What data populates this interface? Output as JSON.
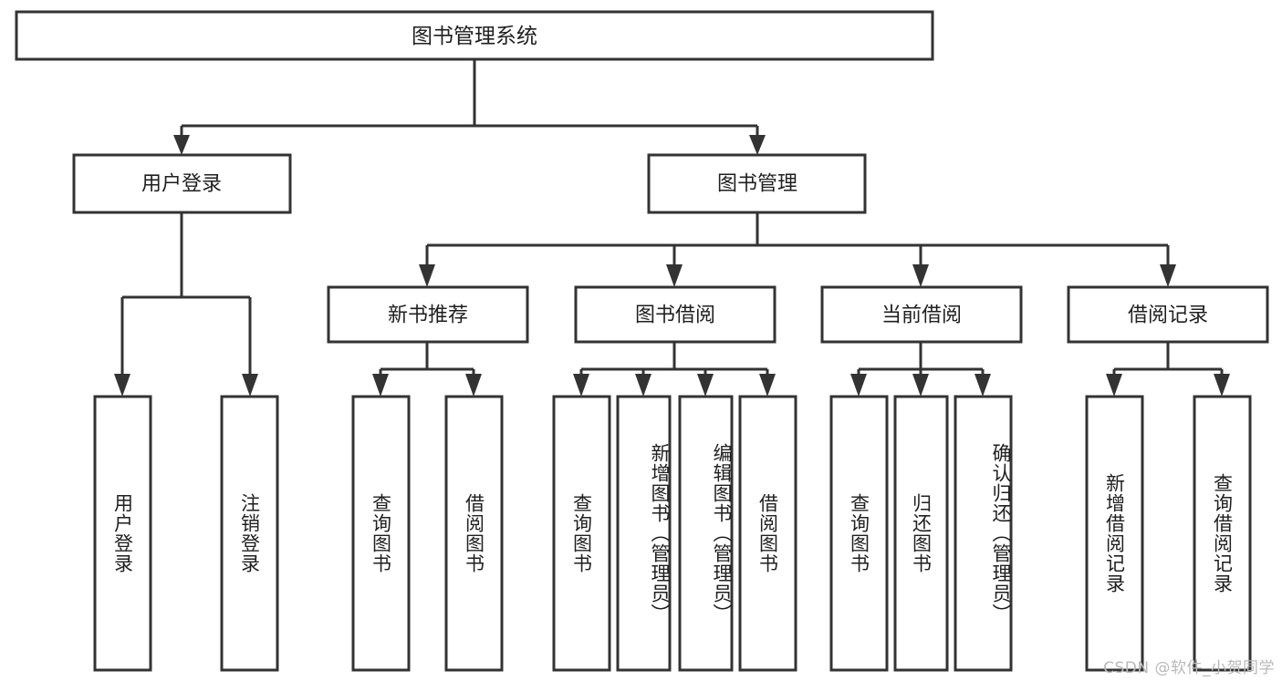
{
  "chart_data": {
    "type": "diagram",
    "diagram_kind": "hierarchy-tree",
    "title": "图书管理系统",
    "orientation": "top-down",
    "levels": 4,
    "colors": {
      "box_fill": "#ffffff",
      "box_stroke": "#333333",
      "text": "#1f1f1f",
      "background": "#ffffff",
      "watermark": "#b9b9b9"
    }
  },
  "root": {
    "label": "图书管理系统"
  },
  "level2": [
    {
      "id": "user-login",
      "label": "用户登录"
    },
    {
      "id": "book-management",
      "label": "图书管理"
    }
  ],
  "level3": [
    {
      "id": "new-book-recommend",
      "label": "新书推荐",
      "parent": "book-management"
    },
    {
      "id": "book-borrow",
      "label": "图书借阅",
      "parent": "book-management"
    },
    {
      "id": "current-borrow",
      "label": "当前借阅",
      "parent": "book-management"
    },
    {
      "id": "borrow-record",
      "label": "借阅记录",
      "parent": "book-management"
    }
  ],
  "leaves": [
    {
      "id": "leaf-user-login",
      "label": "用户登录",
      "parent": "user-login"
    },
    {
      "id": "leaf-logout-login",
      "label": "注销登录",
      "parent": "user-login"
    },
    {
      "id": "leaf-query-book-1",
      "label": "查询图书",
      "parent": "new-book-recommend"
    },
    {
      "id": "leaf-borrow-book-1",
      "label": "借阅图书",
      "parent": "new-book-recommend"
    },
    {
      "id": "leaf-query-book-2",
      "label": "查询图书",
      "parent": "book-borrow"
    },
    {
      "id": "leaf-add-book",
      "label": "新增图书（管理员）",
      "parent": "book-borrow"
    },
    {
      "id": "leaf-edit-book",
      "label": "编辑图书（管理员）",
      "parent": "book-borrow"
    },
    {
      "id": "leaf-borrow-book-2",
      "label": "借阅图书",
      "parent": "book-borrow"
    },
    {
      "id": "leaf-query-book-3",
      "label": "查询图书",
      "parent": "current-borrow"
    },
    {
      "id": "leaf-return-book",
      "label": "归还图书",
      "parent": "current-borrow"
    },
    {
      "id": "leaf-confirm-return",
      "label": "确认归还（管理员）",
      "parent": "current-borrow"
    },
    {
      "id": "leaf-add-record",
      "label": "新增借阅记录",
      "parent": "borrow-record"
    },
    {
      "id": "leaf-query-record",
      "label": "查询借阅记录",
      "parent": "borrow-record"
    }
  ],
  "watermark": {
    "text": "CSDN @软件_小贺同学"
  }
}
